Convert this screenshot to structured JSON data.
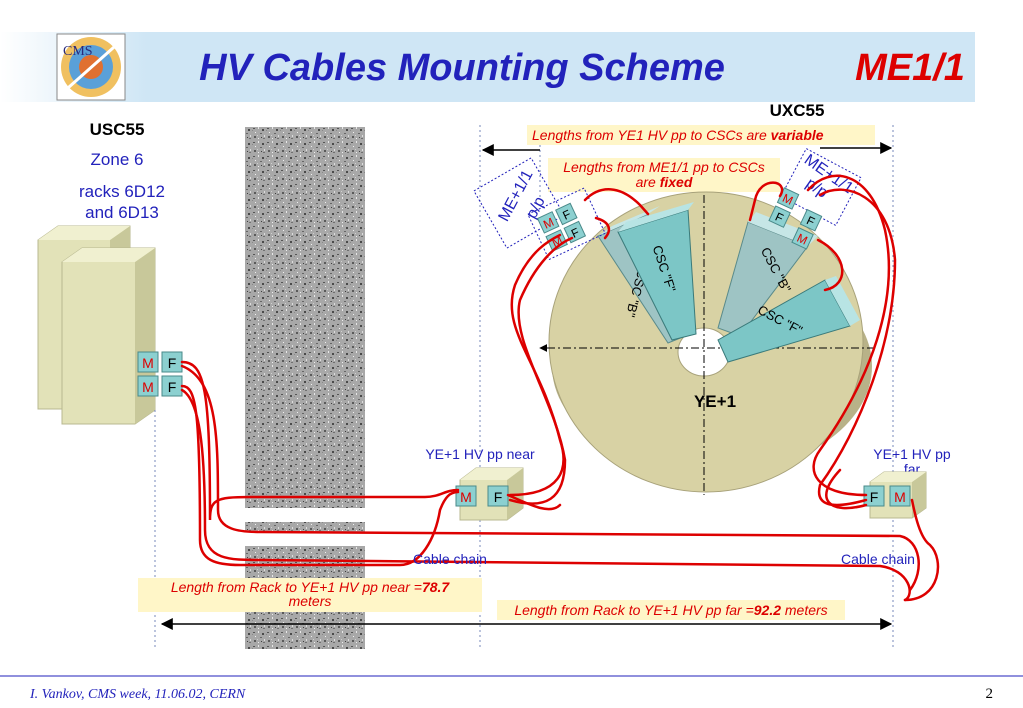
{
  "header": {
    "title": "HV Cables Mounting Scheme",
    "tag": "ME1/1",
    "logo_text": "CMS"
  },
  "usc": {
    "title": "USC55",
    "zone": "Zone 6",
    "racks_line1": "racks 6D12",
    "racks_line2": "and 6D13"
  },
  "uxc": {
    "title": "UXC55"
  },
  "notes": {
    "variable_prefix": "Lengths from YE1 HV pp to CSCs are ",
    "variable_word": "variable",
    "fixed_line1": "Lengths from ME1/1 pp to CSCs",
    "fixed_line2_prefix": "are ",
    "fixed_word": "fixed",
    "near_length_prefix": "Length from Rack to YE+1 HV pp near =",
    "near_length_value": "78.7",
    "near_length_unit": "meters",
    "far_length_prefix": "Length from Rack to YE+1 HV pp far =",
    "far_length_value": "92.2",
    "far_length_unit": " meters"
  },
  "labels": {
    "pp_left_1": "ME+1/1",
    "pp_left_2": "p/p",
    "pp_right_1": "ME+1/1",
    "pp_right_2": "p/p",
    "pp_near": "YE+1 HV pp near",
    "pp_far_1": "YE+1 HV pp",
    "pp_far_2": "far",
    "cable_chain_left": "Cable chain",
    "cable_chain_right": "Cable chain",
    "disk": "YE+1",
    "csc_top_left": "CSC \"F\"",
    "csc_left": "CSC \"B\"",
    "csc_top_right": "CSC \"B\"",
    "csc_right": "CSC \"F\"",
    "m": "M",
    "f": "F"
  },
  "footer": {
    "author": "I. Vankov, CMS week, 11.06.02, CERN",
    "page": "2"
  },
  "colors": {
    "title_blue": "#2222bb",
    "tag_red": "#dd0000",
    "cable_red": "#dd0000",
    "note_yellow": "#fff6c8",
    "rack_beige": "#e2e2b8",
    "connector_teal": "#8cd0d0",
    "disk_beige": "#d8d2a4"
  }
}
